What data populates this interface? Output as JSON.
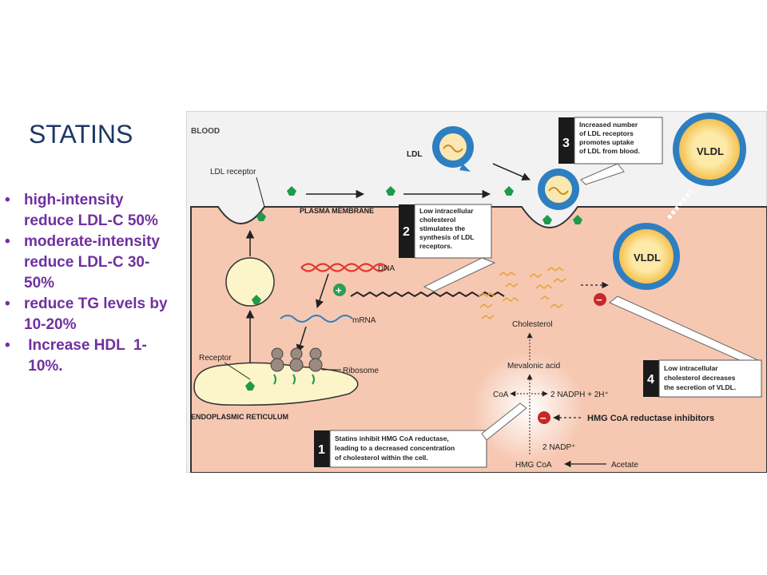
{
  "slide": {
    "title": "STATINS",
    "bullets": [
      {
        "marker": "•",
        "lines": [
          "high-intensity",
          "reduce LDL-C 50%"
        ]
      },
      {
        "marker": "•",
        "lines": [
          "moderate-intensity",
          "reduce LDL-C 30-",
          "50%"
        ]
      },
      {
        "marker": "•",
        "lines": [
          "reduce TG levels by",
          "10-20%"
        ]
      },
      {
        "marker": "•",
        "lines": [
          " Increase HDL  1-",
          " 10%."
        ]
      }
    ]
  },
  "diagram": {
    "colors": {
      "blood": "#f3f3f3",
      "cell": "#f6c9b3",
      "cell_stroke": "#3a3a3a",
      "receptor": "#1e9b4a",
      "dna": "#e0392c",
      "mrna": "#2d7fc1",
      "cholesterol": "#e8a33a",
      "ldl_ring": "#2d7fc1",
      "vldl_ring": "#2d7fc1",
      "vldl_core": "#fbe39a",
      "inhibit": "#c62828",
      "stimulate": "#2e9e4f",
      "step_box": "#1a1a1a",
      "er": "#fbf5c9"
    },
    "labels": {
      "blood": "BLOOD",
      "ldl_receptor": "LDL receptor",
      "plasma_membrane": "PLASMA MEMBRANE",
      "ldl": "LDL",
      "vldl_top": "VLDL",
      "vldl_mid": "VLDL",
      "dna": "DNA",
      "mrna": "mRNA",
      "receptor": "Receptor",
      "ribosome": "Ribosome",
      "er": "ENDOPLASMIC RETICULUM",
      "cholesterol": "Cholesterol",
      "mevalonic": "Mevalonic acid",
      "coa": "CoA",
      "nadph": "2 NADPH + 2H⁺",
      "nadp": "2 NADP⁺",
      "hmg_coa": "HMG CoA",
      "acetate": "Acetate",
      "hmg_inhibitors": "HMG CoA reductase inhibitors",
      "plus": "+",
      "minus": "−"
    },
    "steps": [
      {
        "number": "1",
        "lines": [
          "Statins inhibit HMG CoA reductase,",
          "leading to a decreased concentration",
          "of cholesterol within the cell."
        ]
      },
      {
        "number": "2",
        "lines": [
          "Low intracellular",
          "cholesterol",
          "stimulates the",
          "synthesis of LDL",
          "receptors."
        ]
      },
      {
        "number": "3",
        "lines": [
          "Increased number",
          "of LDL receptors",
          "promotes uptake",
          "of LDL from blood."
        ]
      },
      {
        "number": "4",
        "lines": [
          "Low intracellular",
          "cholesterol decreases",
          "the secretion of VLDL."
        ]
      }
    ]
  }
}
